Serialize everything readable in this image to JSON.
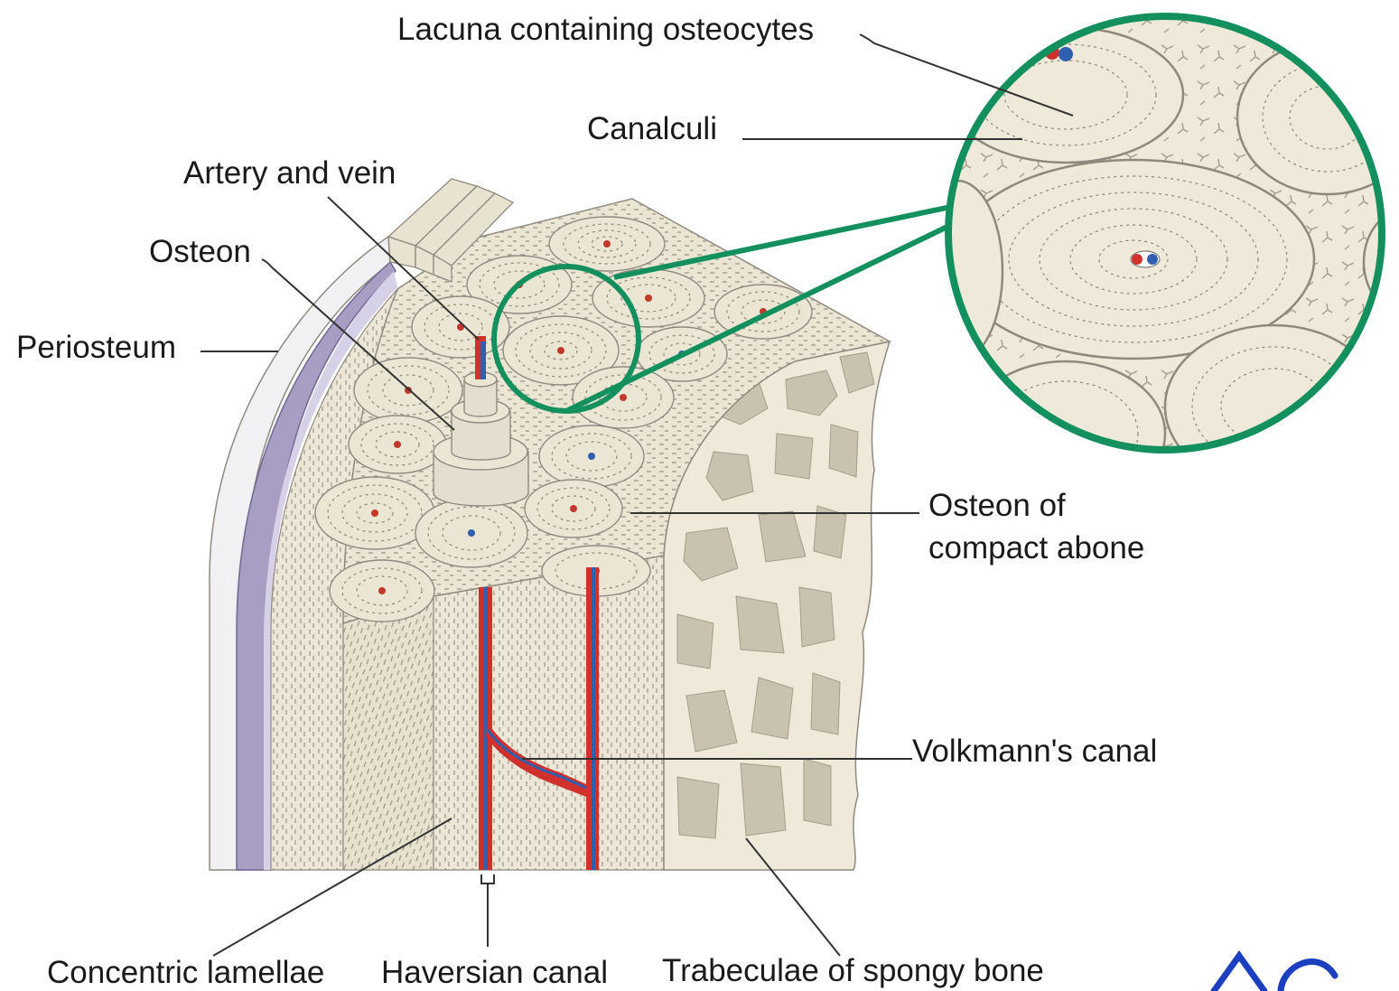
{
  "labels": {
    "lacuna": "Lacuna containing osteocytes",
    "canalculi": "Canalculi",
    "artery_vein": "Artery and vein",
    "osteon": "Osteon",
    "periosteum": "Periosteum",
    "osteon_compact_line1": "Osteon of",
    "osteon_compact_line2": "compact abone",
    "volkmann": "Volkmann's canal",
    "concentric_lamellae": "Concentric lamellae",
    "haversian_canal": "Haversian canal",
    "trabeculae": "Trabeculae of spongy bone"
  },
  "colors": {
    "bone": "#ece6d6",
    "bone_dark": "#cdc6b3",
    "trabeculae": "#c9c2ae",
    "periosteum": "#a89ec4",
    "artery": "#d0312d",
    "vein": "#2f5fae",
    "magnifier_ring": "#13905e",
    "leader_line": "#333333"
  }
}
